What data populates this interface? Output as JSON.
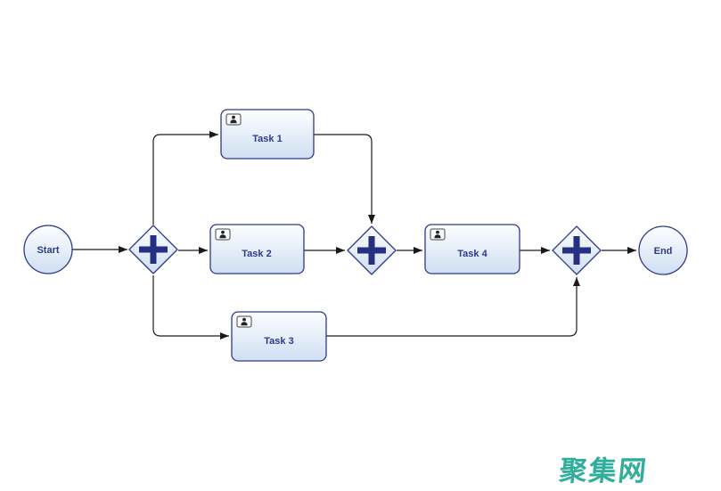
{
  "colors": {
    "node-border": "#2e3a8c",
    "node-fill-top": "#fdfeff",
    "node-fill-bottom": "#cfdff3",
    "label": "#2e3a8c",
    "gateway-plus": "#272f83",
    "edge": "#1a1a1a",
    "icon-stroke": "#444444",
    "watermark": "#2fae9a"
  },
  "diagram": {
    "type": "bpmn-parallel-gateway-flow",
    "nodes": {
      "start": {
        "type": "start-event",
        "label": "Start"
      },
      "split": {
        "type": "parallel-gateway",
        "label": ""
      },
      "task1": {
        "type": "user-task",
        "label": "Task 1"
      },
      "task2": {
        "type": "user-task",
        "label": "Task 2"
      },
      "task3": {
        "type": "user-task",
        "label": "Task 3"
      },
      "join": {
        "type": "parallel-gateway",
        "label": ""
      },
      "task4": {
        "type": "user-task",
        "label": "Task 4"
      },
      "join2": {
        "type": "parallel-gateway",
        "label": ""
      },
      "end": {
        "type": "end-event",
        "label": "End"
      }
    },
    "edges": [
      {
        "from": "start",
        "to": "split"
      },
      {
        "from": "split",
        "to": "task1"
      },
      {
        "from": "split",
        "to": "task2"
      },
      {
        "from": "split",
        "to": "task3"
      },
      {
        "from": "task1",
        "to": "join"
      },
      {
        "from": "task2",
        "to": "join"
      },
      {
        "from": "join",
        "to": "task4"
      },
      {
        "from": "task4",
        "to": "join2"
      },
      {
        "from": "task3",
        "to": "join2"
      },
      {
        "from": "join2",
        "to": "end"
      }
    ]
  },
  "watermark": {
    "text": "聚集网"
  }
}
